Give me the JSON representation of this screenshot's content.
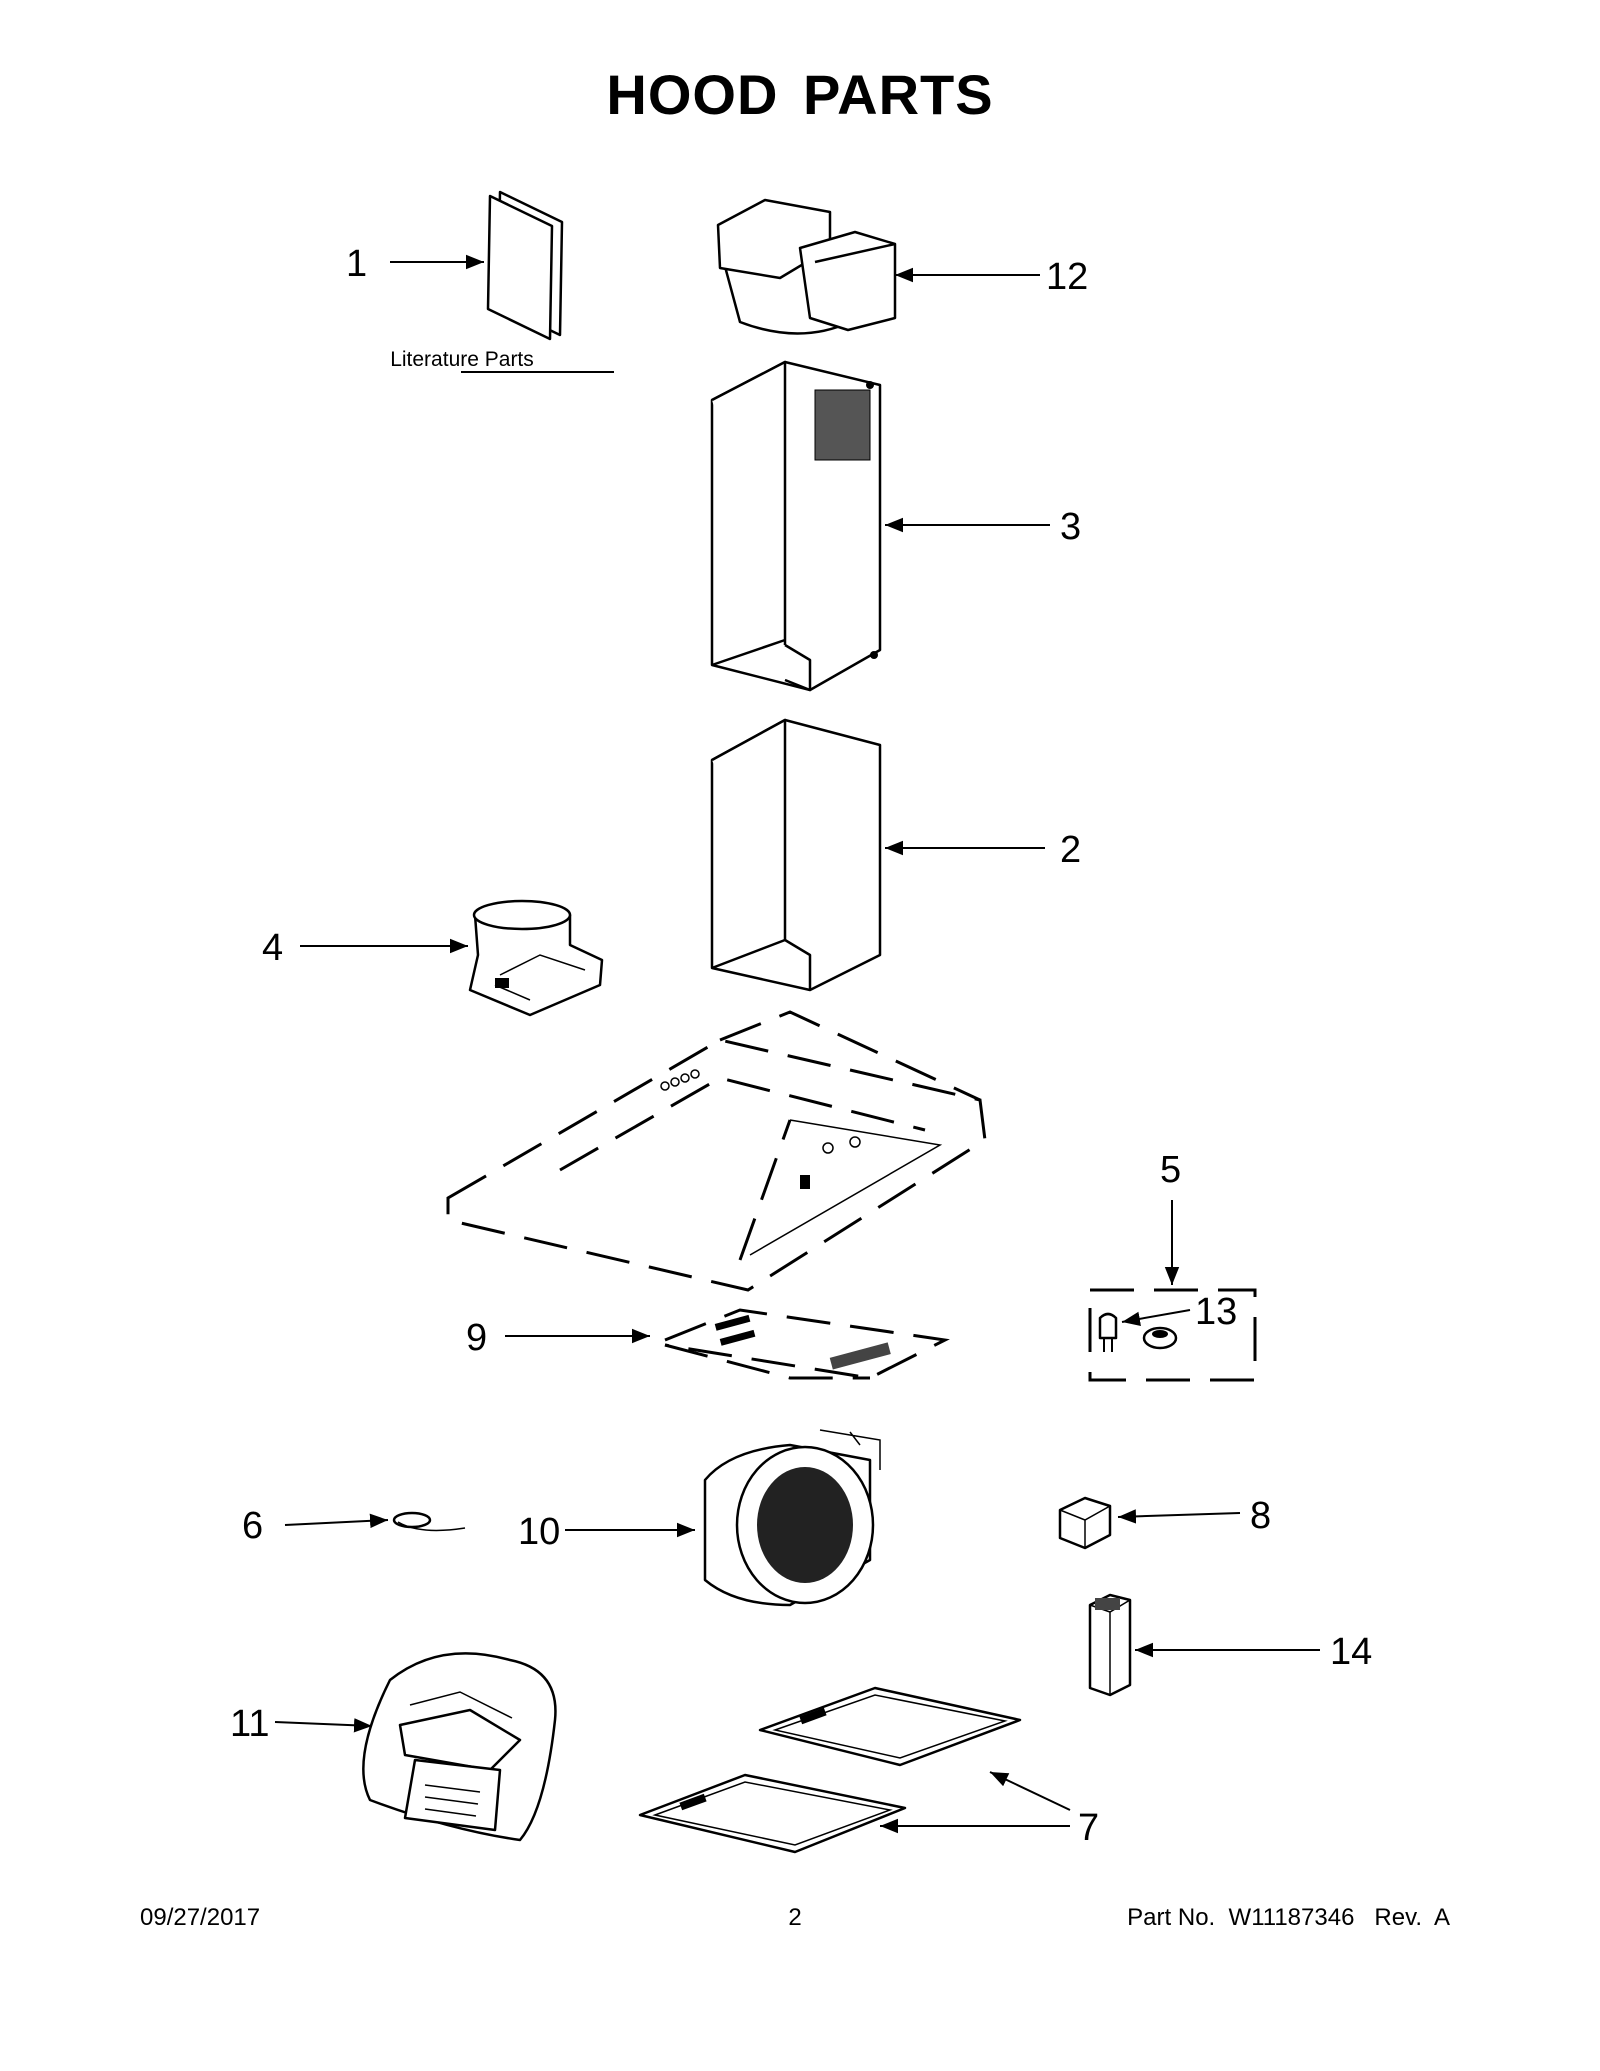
{
  "title": "HOOD PARTS",
  "literature_caption": "Literature Parts",
  "callouts": {
    "c1": "1",
    "c2": "2",
    "c3": "3",
    "c4": "4",
    "c5": "5",
    "c6": "6",
    "c7": "7",
    "c8": "8",
    "c9": "9",
    "c10": "10",
    "c11": "11",
    "c12": "12",
    "c13": "13",
    "c14": "14"
  },
  "footer": {
    "date": "09/27/2017",
    "page": "2",
    "part_no": "Part No.  W11187346   Rev.  A"
  }
}
